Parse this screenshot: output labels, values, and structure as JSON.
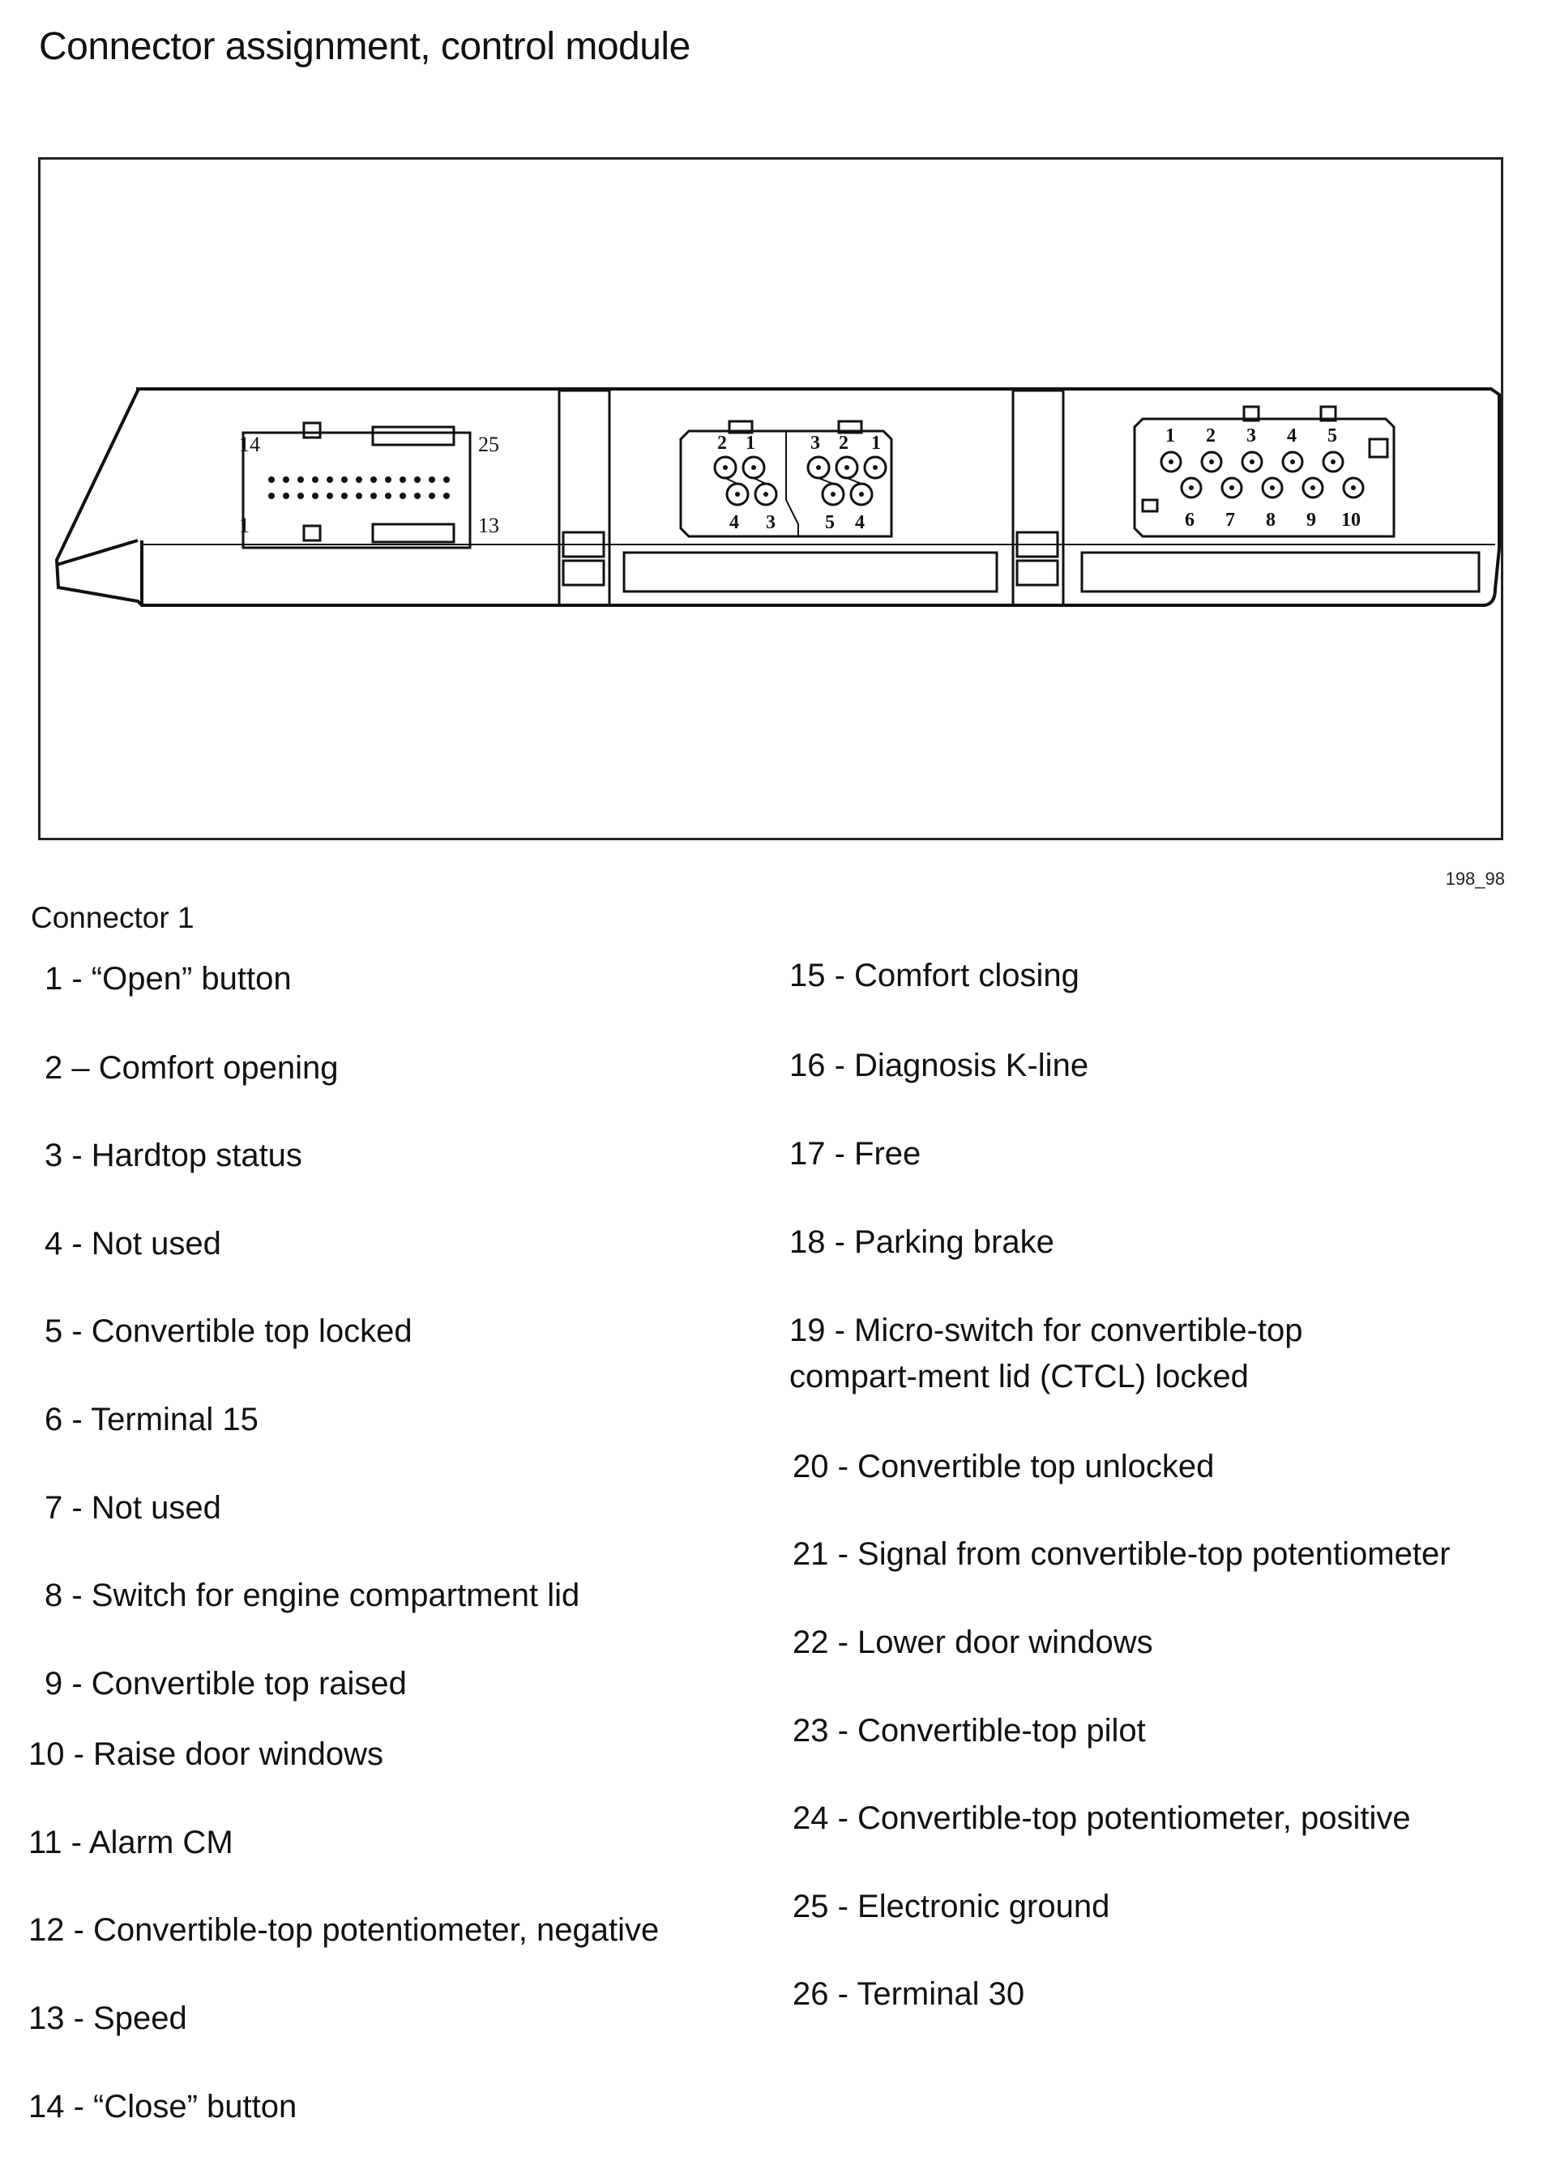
{
  "title": "Connector assignment, control module",
  "figure_id": "198_98",
  "diagram": {
    "connector_a_labels": {
      "top": "14",
      "bottom": "1",
      "top_right": "25",
      "bottom_right": "13"
    },
    "connector_b_left": {
      "top": [
        "2",
        "1"
      ],
      "bottom": [
        "4",
        "3"
      ]
    },
    "connector_b_right": {
      "top": [
        "3",
        "2",
        "1"
      ],
      "bottom": [
        "5",
        "4"
      ]
    },
    "connector_c": {
      "top": [
        "1",
        "2",
        "3",
        "4",
        "5"
      ],
      "bottom": [
        "6",
        "7",
        "8",
        "9",
        "10"
      ]
    }
  },
  "connector_heading": "Connector 1",
  "pins_left": [
    "1 - “Open” button",
    "2 – Comfort opening",
    "3 - Hardtop status",
    "4 - Not used",
    "5 - Convertible top locked",
    "6 - Terminal 15",
    "7 - Not used",
    "8 - Switch for engine compartment lid",
    "9 - Convertible top raised",
    "10 - Raise door windows",
    "11 - Alarm CM",
    "12 - Convertible-top potentiometer, negative",
    "13 - Speed",
    "14 - “Close” button"
  ],
  "pins_right": [
    "15 - Comfort closing",
    "16 - Diagnosis K-line",
    "17 - Free",
    "18 - Parking brake",
    "19 - Micro-switch for convertible-top compart-ment lid (CTCL) locked",
    "20 - Convertible top unlocked",
    "21 - Signal from convertible-top potentiometer",
    "22 - Lower door windows",
    "23 - Convertible-top pilot",
    "24 - Convertible-top potentiometer, positive",
    "25 - Electronic ground",
    "26 - Terminal 30"
  ]
}
